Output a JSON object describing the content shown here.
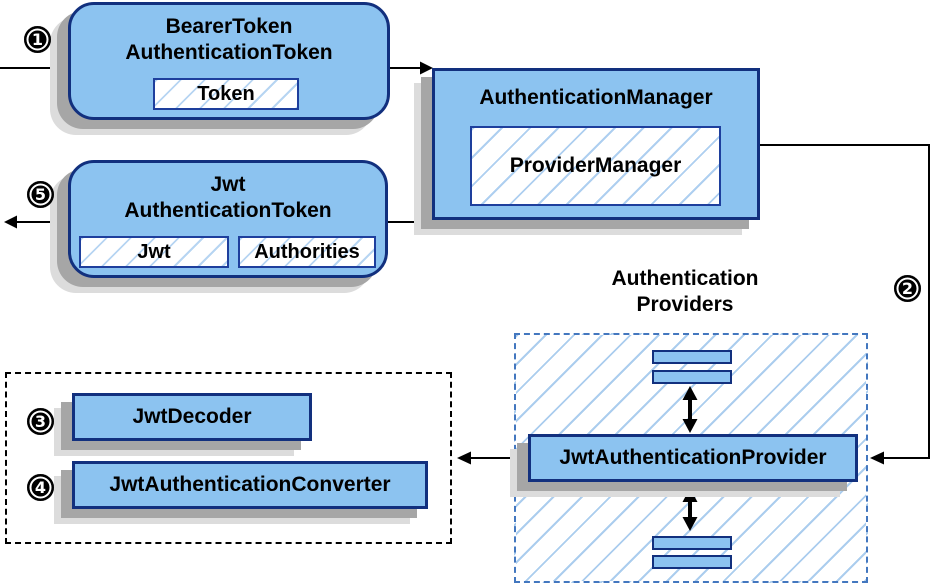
{
  "colors": {
    "node_fill": "#8CC3F0",
    "node_border": "#12307E",
    "chip_border": "#1E3F9D",
    "hatch_line": "#ABCDEE",
    "group_dash_blue": "#4377BF",
    "group_dash_black": "#000000",
    "shadow_dark": "#A6A6A6",
    "shadow_light": "#DCDCDC",
    "connector": "#000000",
    "badge_bg": "#000000",
    "badge_text": "#FFFFFF"
  },
  "badges": {
    "b1": "1",
    "b2": "2",
    "b3": "3",
    "b4": "4",
    "b5": "5"
  },
  "nodes": {
    "bearer_token": {
      "title_line1": "BearerToken",
      "title_line2": "AuthenticationToken",
      "chip": "Token"
    },
    "authentication_manager": {
      "title": "AuthenticationManager",
      "inner": "ProviderManager"
    },
    "jwt_authentication_token": {
      "title_line1": "Jwt",
      "title_line2": "AuthenticationToken",
      "chip1": "Jwt",
      "chip2": "Authorities"
    },
    "authentication_providers": {
      "label_line1": "Authentication",
      "label_line2": "Providers",
      "provider": "JwtAuthenticationProvider"
    },
    "jwt_decoder": {
      "label": "JwtDecoder"
    },
    "jwt_authentication_converter": {
      "label": "JwtAuthenticationConverter"
    }
  }
}
